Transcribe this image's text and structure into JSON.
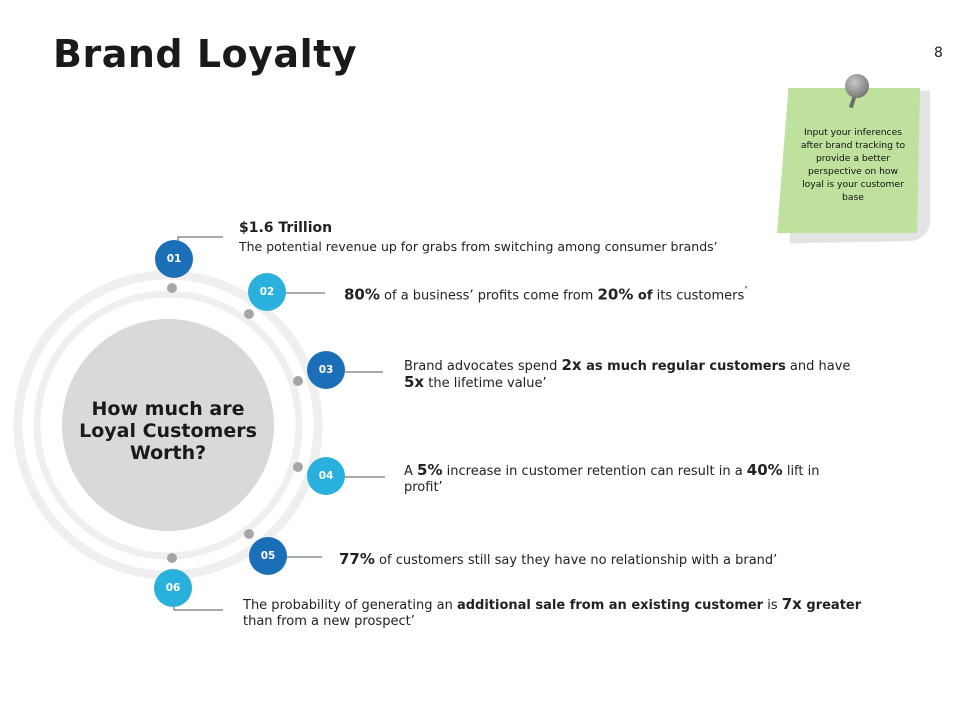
{
  "page": {
    "title": "Brand Loyalty",
    "number": "8"
  },
  "note": {
    "text": "Input your inferences after brand tracking to provide a better perspective on how loyal is your customer base"
  },
  "center": {
    "text": "How much are Loyal Customers Worth?"
  },
  "items": [
    {
      "num": "01",
      "heading": "$1.6 Trillion",
      "text": "The potential revenue up for grabs from switching among consumer brands’"
    },
    {
      "num": "02",
      "v1": "80%",
      "t1": " of a business’ profits come from ",
      "v2": "20%",
      "t2": " of",
      "t3": " its customers",
      "t4": "’"
    },
    {
      "num": "03",
      "t1": "Brand advocates spend ",
      "v1": "2x",
      "b1": " as much regular customers",
      "t2": " and have",
      "v2": "5x",
      "t3": " the lifetime value’"
    },
    {
      "num": "04",
      "t1": "A ",
      "v1": "5%",
      "t2": " increase in customer retention can result in a ",
      "v2": "40%",
      "t3": " lift in",
      "t4": "profit’"
    },
    {
      "num": "05",
      "v1": "77%",
      "t1": " of customers still say they have no relationship with a brand’"
    },
    {
      "num": "06",
      "t1": "The probability of generating an ",
      "b1": "additional sale from an existing customer",
      "t2": " is ",
      "v1": "7x",
      "b2": " greater",
      "t3": "than from a new prospect’"
    }
  ],
  "colors": {
    "dark_blue": "#1b6fb8",
    "light_blue": "#2ab0dd",
    "note_green": "#bfe19e",
    "circle_gray": "#d9d9d9"
  }
}
